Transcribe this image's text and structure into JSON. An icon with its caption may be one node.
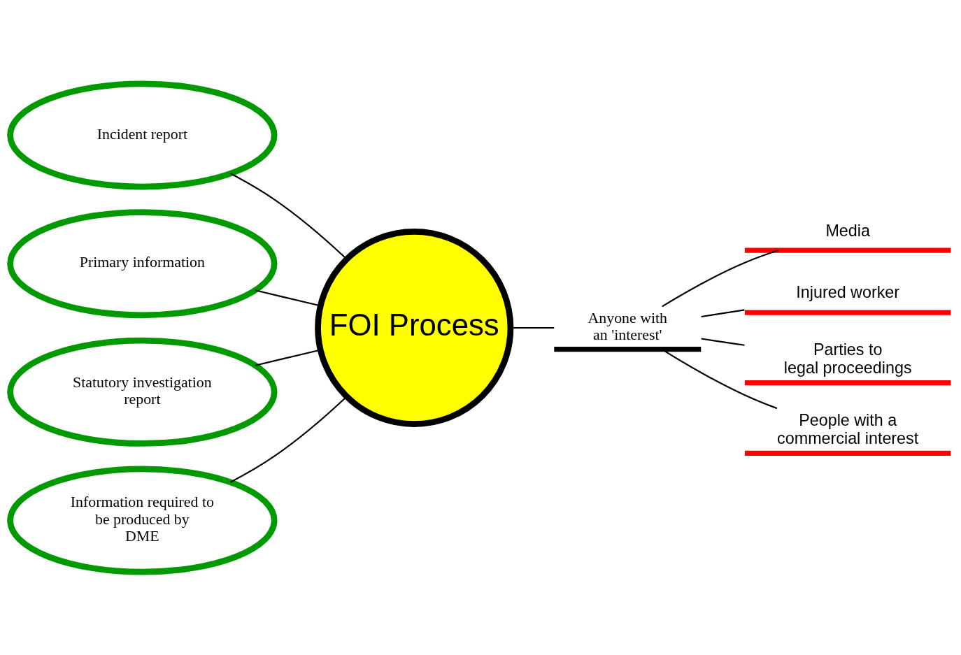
{
  "diagram": {
    "nodes": [
      {
        "text": [
          "FOI Process"
        ]
      },
      {
        "text": [
          "Incident report"
        ]
      },
      {
        "text": [
          "Primary information"
        ]
      },
      {
        "text": [
          "Statutory investigation report"
        ]
      },
      {
        "text": [
          "Information required to be produced by DME"
        ]
      },
      {
        "text": [
          "Anyone with an 'interest'"
        ]
      },
      {
        "text": [
          "Media"
        ]
      },
      {
        "text": [
          "Injured worker"
        ]
      },
      {
        "text": [
          "Parties to legal proceedings"
        ]
      },
      {
        "text": [
          "People with a commercial interest"
        ]
      }
    ],
    "edges": [
      {
        "from": 1,
        "to": 0,
        "arrow": "none"
      },
      {
        "from": 2,
        "to": 0,
        "arrow": "none"
      },
      {
        "from": 3,
        "to": 0,
        "arrow": "none"
      },
      {
        "from": 4,
        "to": 0,
        "arrow": "none"
      },
      {
        "from": 0,
        "to": 5,
        "arrow": "none"
      },
      {
        "from": 5,
        "to": 6,
        "arrow": "none"
      },
      {
        "from": 5,
        "to": 7,
        "arrow": "none"
      },
      {
        "from": 5,
        "to": 8,
        "arrow": "none"
      },
      {
        "from": 5,
        "to": 9,
        "arrow": "none"
      }
    ]
  }
}
